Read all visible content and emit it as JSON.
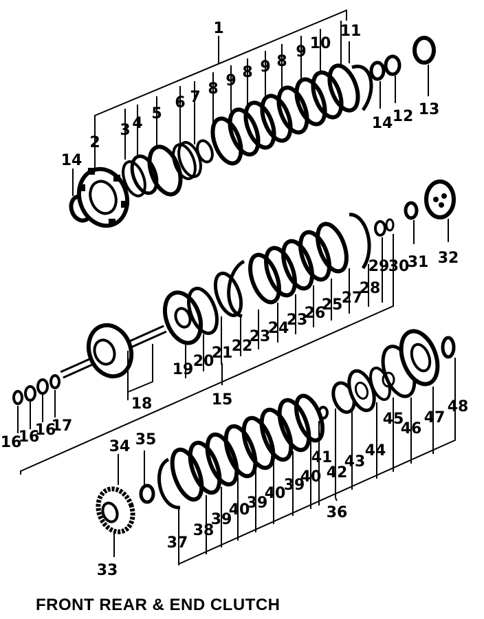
{
  "caption": "FRONT REAR & END CLUTCH",
  "callouts": [
    {
      "id": "c1",
      "text": "1"
    },
    {
      "id": "c2",
      "text": "2"
    },
    {
      "id": "c3",
      "text": "3"
    },
    {
      "id": "c4",
      "text": "4"
    },
    {
      "id": "c5",
      "text": "5"
    },
    {
      "id": "c6",
      "text": "6"
    },
    {
      "id": "c7",
      "text": "7"
    },
    {
      "id": "c8a",
      "text": "8"
    },
    {
      "id": "c9a",
      "text": "9"
    },
    {
      "id": "c8b",
      "text": "8"
    },
    {
      "id": "c9b",
      "text": "9"
    },
    {
      "id": "c8c",
      "text": "8"
    },
    {
      "id": "c9c",
      "text": "9"
    },
    {
      "id": "c10",
      "text": "10"
    },
    {
      "id": "c11",
      "text": "11"
    },
    {
      "id": "c14a",
      "text": "14"
    },
    {
      "id": "c12",
      "text": "12"
    },
    {
      "id": "c13",
      "text": "13"
    },
    {
      "id": "c14b",
      "text": "14"
    },
    {
      "id": "c29",
      "text": "29"
    },
    {
      "id": "c30",
      "text": "30"
    },
    {
      "id": "c31",
      "text": "31"
    },
    {
      "id": "c32",
      "text": "32"
    },
    {
      "id": "c28",
      "text": "28"
    },
    {
      "id": "c27",
      "text": "27"
    },
    {
      "id": "c25",
      "text": "25"
    },
    {
      "id": "c26",
      "text": "26"
    },
    {
      "id": "c23b",
      "text": "23"
    },
    {
      "id": "c24",
      "text": "24"
    },
    {
      "id": "c23a",
      "text": "23"
    },
    {
      "id": "c22",
      "text": "22"
    },
    {
      "id": "c21",
      "text": "21"
    },
    {
      "id": "c20",
      "text": "20"
    },
    {
      "id": "c19",
      "text": "19"
    },
    {
      "id": "c15",
      "text": "15"
    },
    {
      "id": "c18",
      "text": "18"
    },
    {
      "id": "c16a",
      "text": "16"
    },
    {
      "id": "c16b",
      "text": "16"
    },
    {
      "id": "c16c",
      "text": "16"
    },
    {
      "id": "c17",
      "text": "17"
    },
    {
      "id": "c34",
      "text": "34"
    },
    {
      "id": "c35",
      "text": "35"
    },
    {
      "id": "c33",
      "text": "33"
    },
    {
      "id": "c37",
      "text": "37"
    },
    {
      "id": "c38",
      "text": "38"
    },
    {
      "id": "c39a",
      "text": "39"
    },
    {
      "id": "c40a",
      "text": "40"
    },
    {
      "id": "c39b",
      "text": "39"
    },
    {
      "id": "c40b",
      "text": "40"
    },
    {
      "id": "c39c",
      "text": "39"
    },
    {
      "id": "c40c",
      "text": "40"
    },
    {
      "id": "c41",
      "text": "41"
    },
    {
      "id": "c42",
      "text": "42"
    },
    {
      "id": "c43",
      "text": "43"
    },
    {
      "id": "c44",
      "text": "44"
    },
    {
      "id": "c45",
      "text": "45"
    },
    {
      "id": "c46",
      "text": "46"
    },
    {
      "id": "c47",
      "text": "47"
    },
    {
      "id": "c48",
      "text": "48"
    },
    {
      "id": "c36",
      "text": "36"
    }
  ]
}
